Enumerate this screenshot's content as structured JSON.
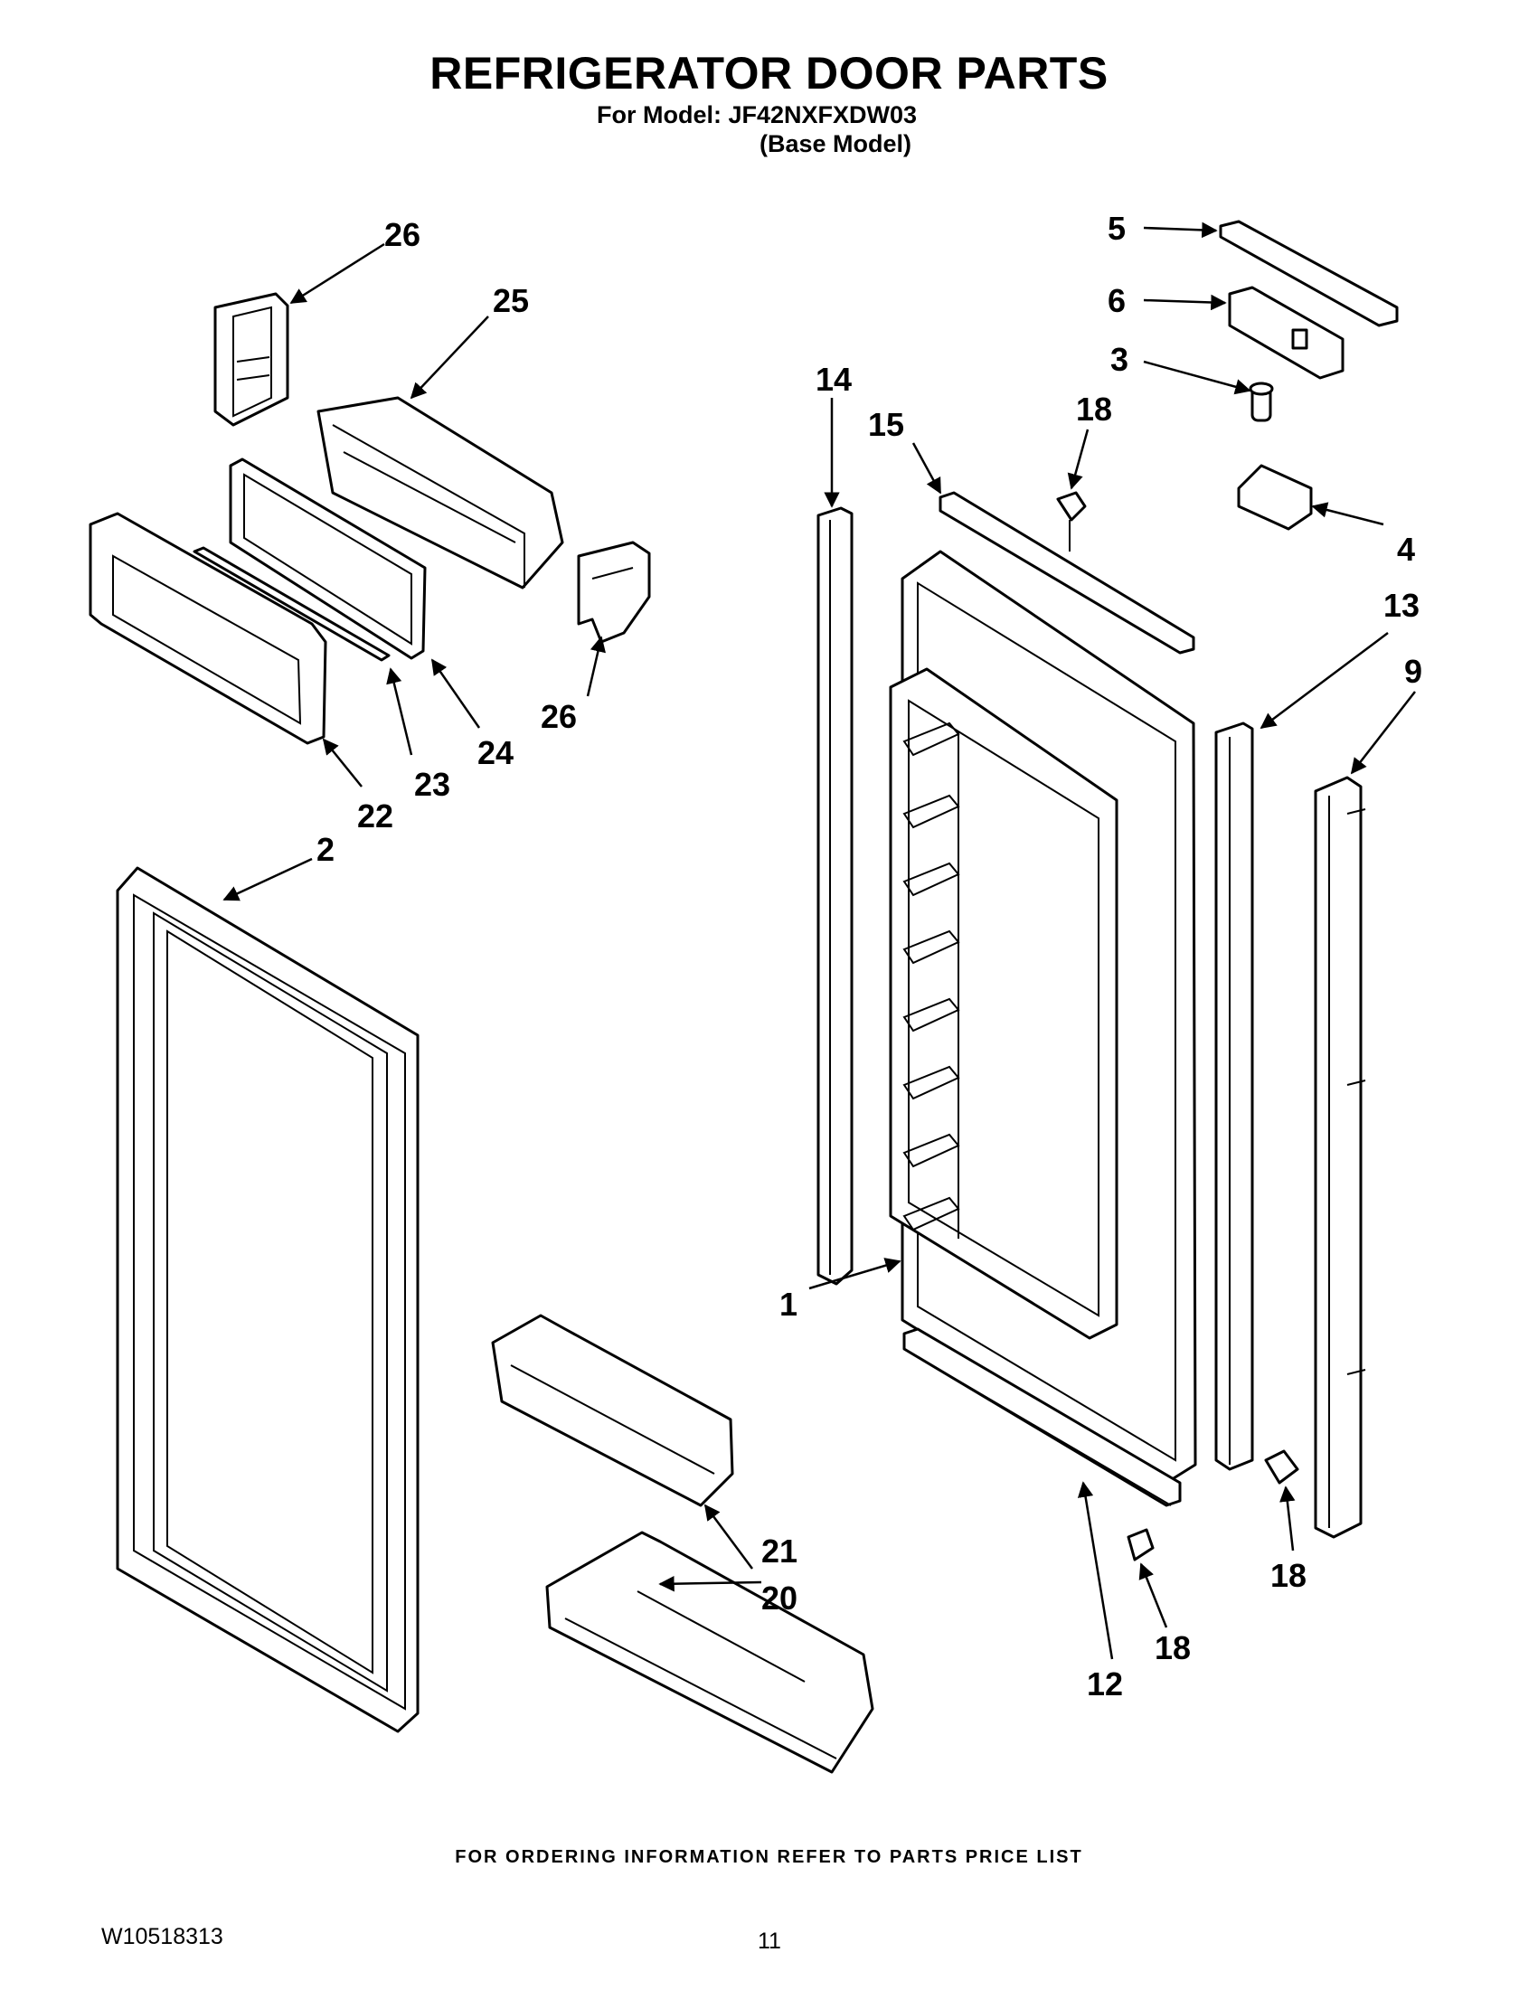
{
  "header": {
    "title": "REFRIGERATOR DOOR PARTS",
    "model_line": "For Model: JF42NXFXDW03",
    "base_model_line": "(Base Model)"
  },
  "callouts": {
    "c1": "1",
    "c2": "2",
    "c3": "3",
    "c4": "4",
    "c5": "5",
    "c6": "6",
    "c9": "9",
    "c12": "12",
    "c13": "13",
    "c14": "14",
    "c15": "15",
    "c18a": "18",
    "c18b": "18",
    "c18c": "18",
    "c20": "20",
    "c21": "21",
    "c22": "22",
    "c23": "23",
    "c24": "24",
    "c25": "25",
    "c26a": "26",
    "c26b": "26"
  },
  "footer": {
    "ordering_note": "FOR ORDERING INFORMATION REFER TO PARTS PRICE LIST",
    "doc_number": "W10518313",
    "page_number": "11"
  }
}
